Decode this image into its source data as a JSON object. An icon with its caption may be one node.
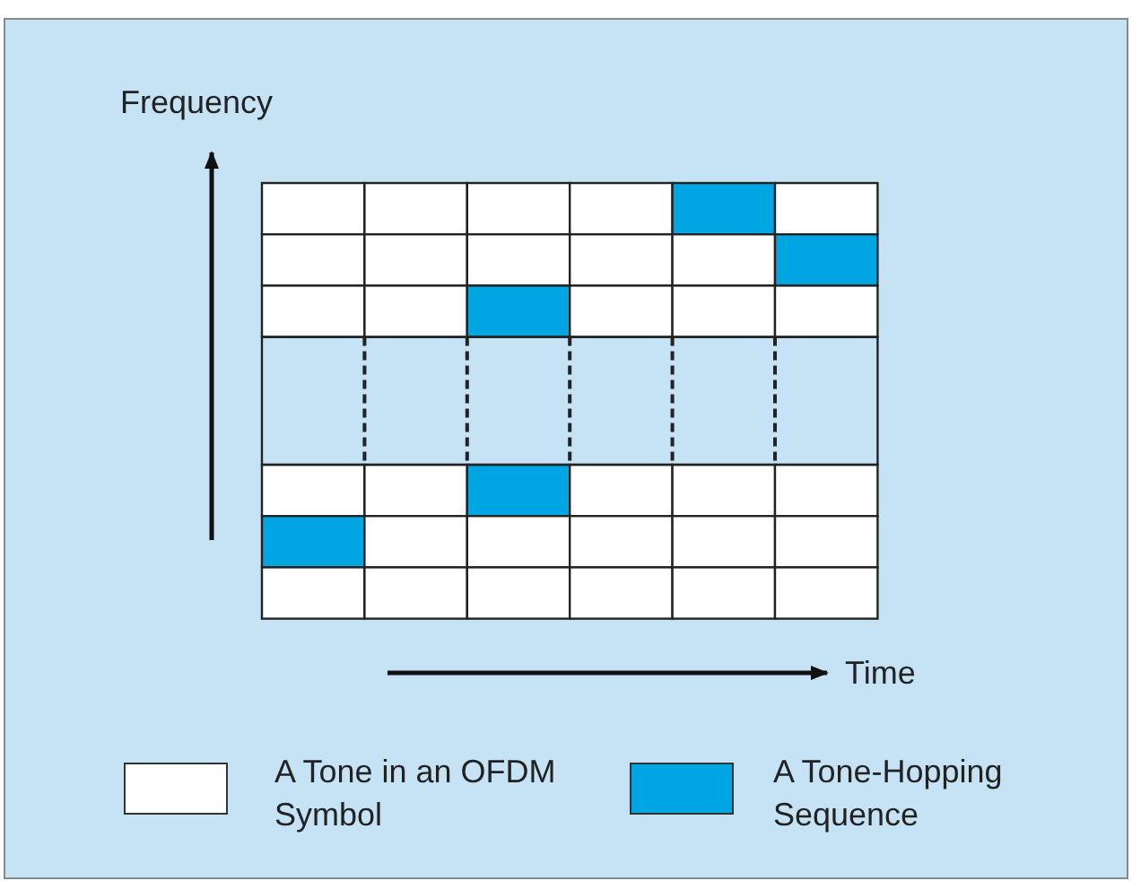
{
  "diagram": {
    "labels": [
      "Frequency",
      "Time"
    ],
    "legend": [
      {
        "text": "A Tone in an OFDM Symbol",
        "color": "#ffffff"
      },
      {
        "text": "A Tone-Hopping Sequence",
        "color": "#00a6e2"
      }
    ]
  }
}
